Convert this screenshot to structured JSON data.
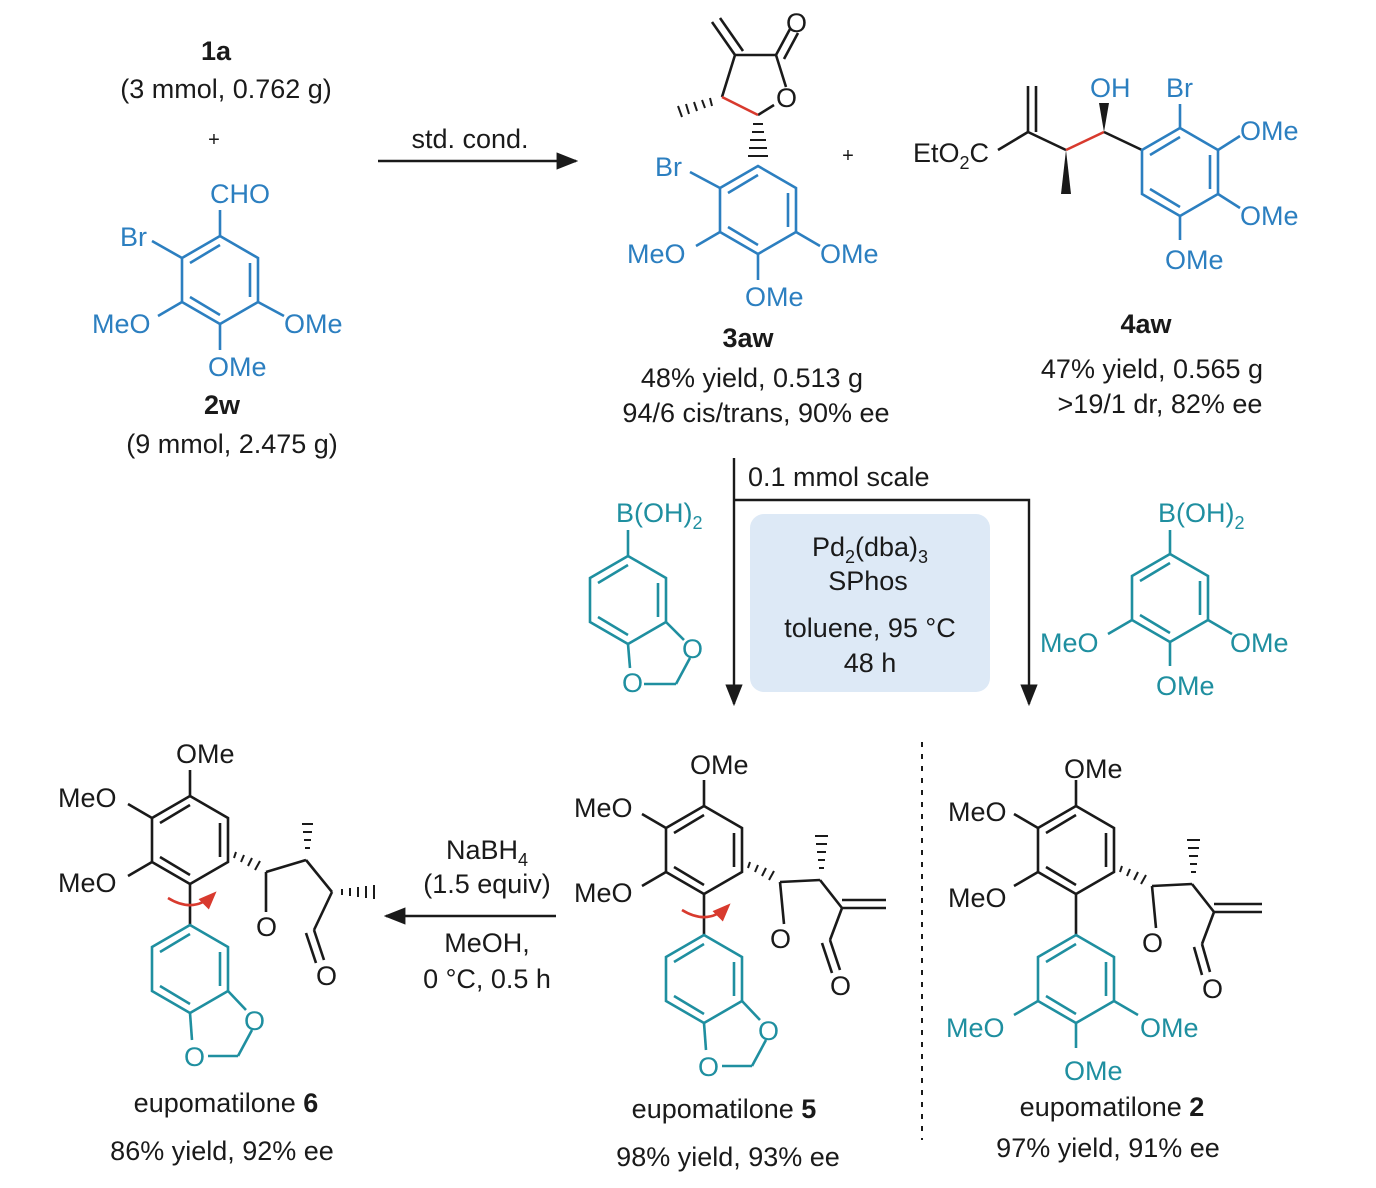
{
  "reactants": {
    "compound_1a": {
      "id": "1a",
      "amount": "(3 mmol, 0.762 g)"
    },
    "plus": "+",
    "compound_2w": {
      "id": "2w",
      "amount": "(9 mmol, 2.475 g)",
      "aldehyde": "CHO",
      "halogen": "Br",
      "ome_left": "MeO",
      "ome_right": "OMe",
      "ome_bottom": "OMe"
    }
  },
  "step1": {
    "conditions": "std. cond."
  },
  "product_3aw": {
    "id": "3aw",
    "yield": "48% yield, 0.513 g",
    "selectivity": "94/6 cis/trans, 90% ee",
    "carbonyl_o": "O",
    "ring_o": "O",
    "halogen": "Br",
    "ome_left": "MeO",
    "ome_right": "OMe",
    "ome_bottom": "OMe"
  },
  "plus2": "+",
  "product_4aw": {
    "id": "4aw",
    "yield": "47% yield, 0.565 g",
    "selectivity": ">19/1 dr, 82% ee",
    "ester_pre": "EtO",
    "ester_sub": "2",
    "ester_post": "C",
    "hydroxyl": "OH",
    "halogen": "Br",
    "ome_top": "OMe",
    "ome_mid": "OMe",
    "ome_bottom": "OMe"
  },
  "step2": {
    "scale": "0.1 mmol scale",
    "catalyst_pre": "Pd",
    "catalyst_sub1": "2",
    "catalyst_mid": "(dba)",
    "catalyst_sub2": "3",
    "ligand": "SPhos",
    "solvent": "toluene, 95 °C",
    "time": "48 h",
    "boronic_left": {
      "pre": "B(OH)",
      "sub": "2",
      "o1": "O",
      "o2": "O"
    },
    "boronic_right": {
      "pre": "B(OH)",
      "sub": "2",
      "ome_left": "MeO",
      "ome_right": "OMe",
      "ome_bottom": "OMe"
    }
  },
  "step3": {
    "reagent_pre": "NaBH",
    "reagent_sub": "4",
    "equiv": "(1.5 equiv)",
    "solvent": "MeOH,",
    "conditions": "0 °C, 0.5 h"
  },
  "product_6": {
    "name": "eupomatilone ",
    "num": "6",
    "result": "86% yield, 92% ee",
    "ome_top": "OMe",
    "meo_a": "MeO",
    "meo_b": "MeO",
    "ring_o": "O",
    "carbonyl_o": "O",
    "o1": "O",
    "o2": "O"
  },
  "product_5": {
    "name": "eupomatilone ",
    "num": "5",
    "result": "98% yield, 93% ee",
    "ome_top": "OMe",
    "meo_a": "MeO",
    "meo_b": "MeO",
    "ring_o": "O",
    "carbonyl_o": "O",
    "o1": "O",
    "o2": "O"
  },
  "product_2": {
    "name": "eupomatilone ",
    "num": "2",
    "result": "97% yield, 91% ee",
    "ome_top": "OMe",
    "meo_a": "MeO",
    "meo_b": "MeO",
    "ring_o": "O",
    "carbonyl_o": "O",
    "ome_left": "MeO",
    "ome_right": "OMe",
    "ome_bottom": "OMe"
  },
  "colors": {
    "text": "#1a1a1a",
    "blue": "#2c7fc0",
    "teal": "#1f8fa0",
    "red": "#d83a2e",
    "box": "#dde9f6"
  }
}
